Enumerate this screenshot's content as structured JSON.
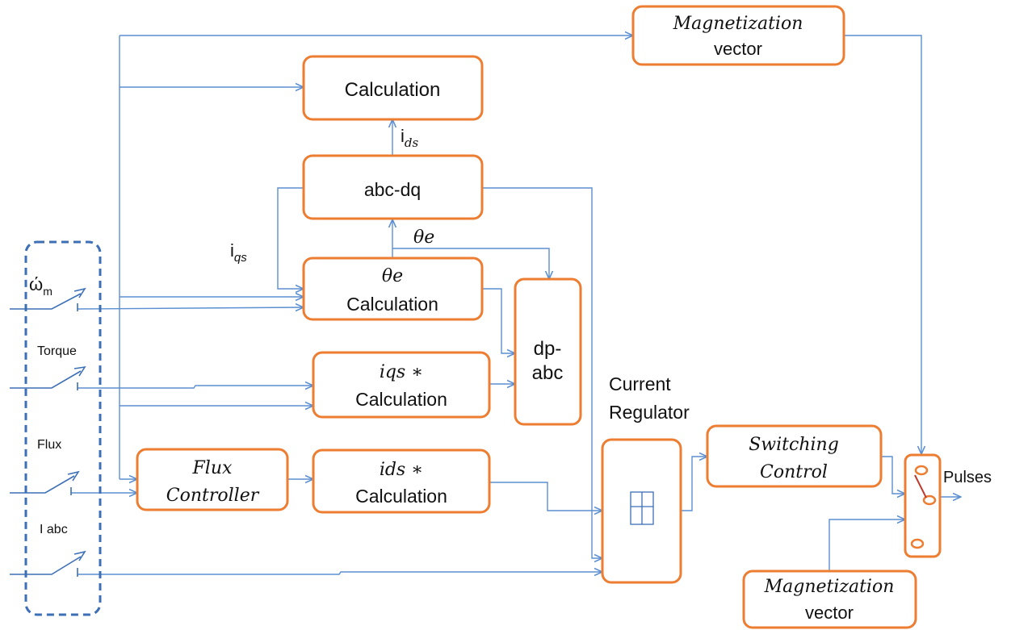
{
  "colors": {
    "box_border": "#ED7D31",
    "wire": "#5B8FD1",
    "input_group_border": "#3C6FB6",
    "text": "#111111"
  },
  "blocks": {
    "magnetization_top": {
      "line1": "Magnetization",
      "line2": "vector"
    },
    "calculation": {
      "label": "Calculation"
    },
    "abc_dq": {
      "label": "abc-dq"
    },
    "theta_calc": {
      "line1": "θe",
      "line2": "Calculation"
    },
    "dp_abc": {
      "line1": "dp-",
      "line2": "abc"
    },
    "iqs_calc": {
      "line1": "iqs ∗",
      "line2": "Calculation"
    },
    "flux_controller": {
      "line1": "Flux",
      "line2": "Controller"
    },
    "ids_calc": {
      "line1": "ids ∗",
      "line2": "Calculation"
    },
    "current_regulator": {
      "line1": "Current",
      "line2": "Regulator"
    },
    "switching_control": {
      "line1": "Switching",
      "line2": "Control"
    },
    "magnetization_bottom": {
      "line1": "Magnetization",
      "line2": "vector"
    }
  },
  "signals": {
    "ids": {
      "base": "i",
      "sub": "ds"
    },
    "iqs": {
      "base": "i",
      "sub": "qs"
    },
    "theta_e": "θe",
    "pulses": "Pulses"
  },
  "inputs": {
    "omega": {
      "base": "ώ",
      "sub": "m"
    },
    "torque": "Torque",
    "flux": "Flux",
    "i_abc": "I abc"
  }
}
